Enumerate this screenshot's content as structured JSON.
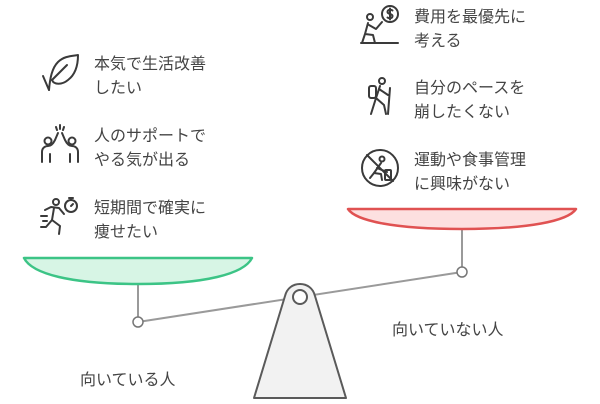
{
  "left_side": {
    "caption": "向いている人",
    "color": "#3cc486",
    "fill": "#d7f5e5",
    "items": [
      {
        "icon": "leaf-icon",
        "lines": [
          "本気で生活改善",
          "したい"
        ]
      },
      {
        "icon": "high-five-icon",
        "lines": [
          "人のサポートで",
          "やる気が出る"
        ]
      },
      {
        "icon": "runner-stopwatch-icon",
        "lines": [
          "短期間で確実に",
          "痩せたい"
        ]
      }
    ]
  },
  "right_side": {
    "caption": "向いていない人",
    "color": "#e05252",
    "fill": "#fde0e0",
    "items": [
      {
        "icon": "kneeling-money-icon",
        "lines": [
          "費用を最優先に",
          "考える"
        ]
      },
      {
        "icon": "hiker-icon",
        "lines": [
          "自分のペースを",
          "崩したくない"
        ]
      },
      {
        "icon": "no-exercise-icon",
        "lines": [
          "運動や食事管理",
          "に興味がない"
        ]
      }
    ]
  },
  "colors": {
    "beam": "#9a9a9a",
    "fulcrum_fill": "#f2f2f2",
    "fulcrum_stroke": "#5a5a5a",
    "icon_stroke": "#3a3a3a"
  }
}
